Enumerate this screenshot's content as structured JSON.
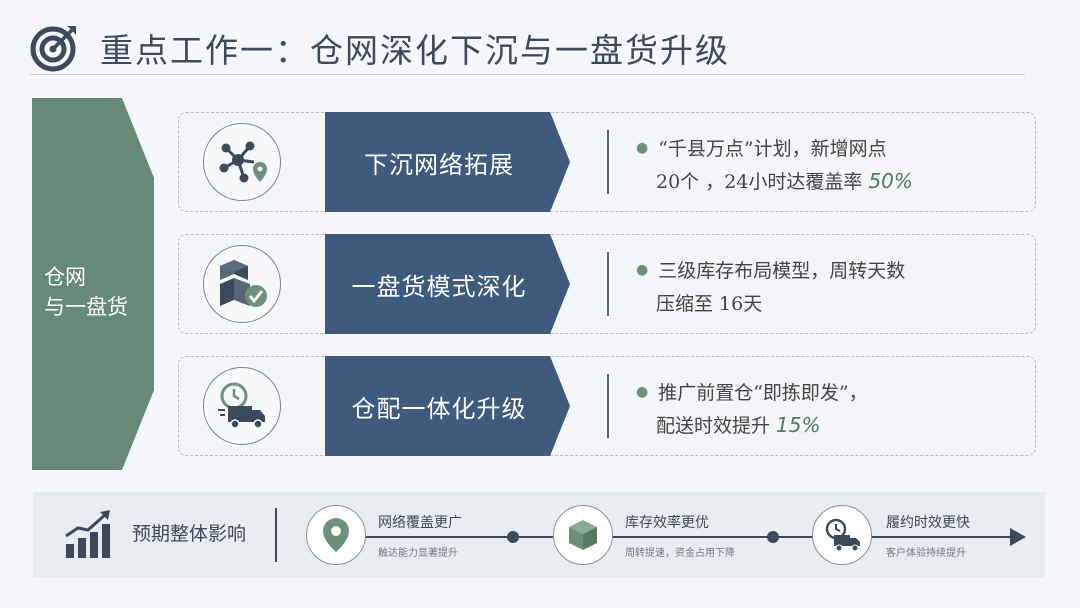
{
  "header": {
    "title": "重点工作一：仓网深化下沉与一盘货升级",
    "icon": "target-arrow-icon"
  },
  "left_tag": {
    "line1": "仓网",
    "line2": "与一盘货",
    "color": "#678a78"
  },
  "rows": [
    {
      "icon": "network-location-icon",
      "label": "下沉网络拓展",
      "line1": "“千县万点”计划，新增网点",
      "line2_prefix": "20个 ，24小时达覆盖率 ",
      "line2_highlight": "50%"
    },
    {
      "icon": "boxes-check-icon",
      "label": "一盘货模式深化",
      "line1": "三级库存布局模型，周转天数",
      "line2_prefix": "压缩至 16天",
      "line2_highlight": ""
    },
    {
      "icon": "clock-truck-icon",
      "label": "仓配一体化升级",
      "line1": "推广前置仓“即拣即发”，",
      "line2_prefix": "配送时效提升 ",
      "line2_highlight": "15%"
    }
  ],
  "bottom": {
    "label": "预期整体影响",
    "icon": "bar-chart-up-icon",
    "steps": [
      {
        "icon": "location-pin-icon",
        "title": "网络覆盖更广",
        "sub": "触达能力显著提升"
      },
      {
        "icon": "box-icon",
        "title": "库存效率更优",
        "sub": "周转提速，资金占用下降"
      },
      {
        "icon": "clock-truck-icon",
        "title": "履约时效更快",
        "sub": "客户体验持续提升"
      }
    ]
  },
  "colors": {
    "navy": "#3f5a7c",
    "green": "#678a78",
    "text_dark": "#3d4a5c"
  }
}
